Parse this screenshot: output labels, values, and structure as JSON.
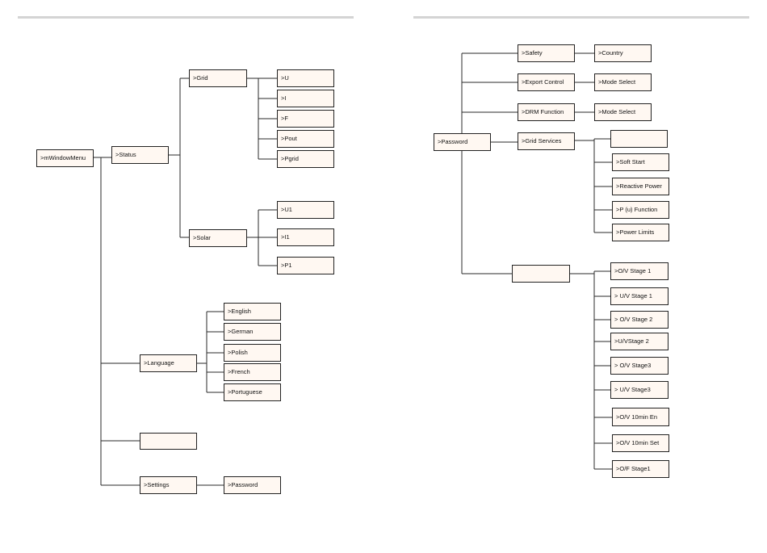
{
  "left_tree": {
    "root": ">mWindowMenu",
    "status": {
      "label": ">Status",
      "grid": {
        "label": ">Grid",
        "items": [
          ">U",
          ">I",
          ">F",
          ">Pout",
          ">Pgrid"
        ]
      },
      "solar": {
        "label": ">Solar",
        "items": [
          ">U1",
          ">I1",
          ">P1"
        ]
      }
    },
    "language": {
      "label": ">Language",
      "items": [
        ">English",
        ">German",
        ">Polish",
        ">French",
        ">Portuguese"
      ]
    },
    "blank_node": "",
    "settings": {
      "label": ">Settings",
      "child": ">Password"
    }
  },
  "right_tree": {
    "root": ">Password",
    "safety": {
      "label": ">Safety",
      "child": ">Country"
    },
    "export_control": {
      "label": ">Export Control",
      "child": ">Mode Select"
    },
    "drm_function": {
      "label": ">DRM Function",
      "child": ">Mode Select"
    },
    "grid_services": {
      "label": ">Grid Services",
      "items": [
        "",
        ">Soft Start",
        ">Reactive Power",
        ">P (u) Function",
        ">Power Limits"
      ]
    },
    "blank_node": "",
    "protection_items": [
      ">O/V Stage 1",
      "> U/V Stage 1",
      "> O/V Stage 2",
      ">U/VStage 2",
      "> O/V Stage3",
      "> U/V Stage3",
      ">O/V 10min En",
      ">O/V 10min Set",
      ">O/F Stage1"
    ]
  }
}
